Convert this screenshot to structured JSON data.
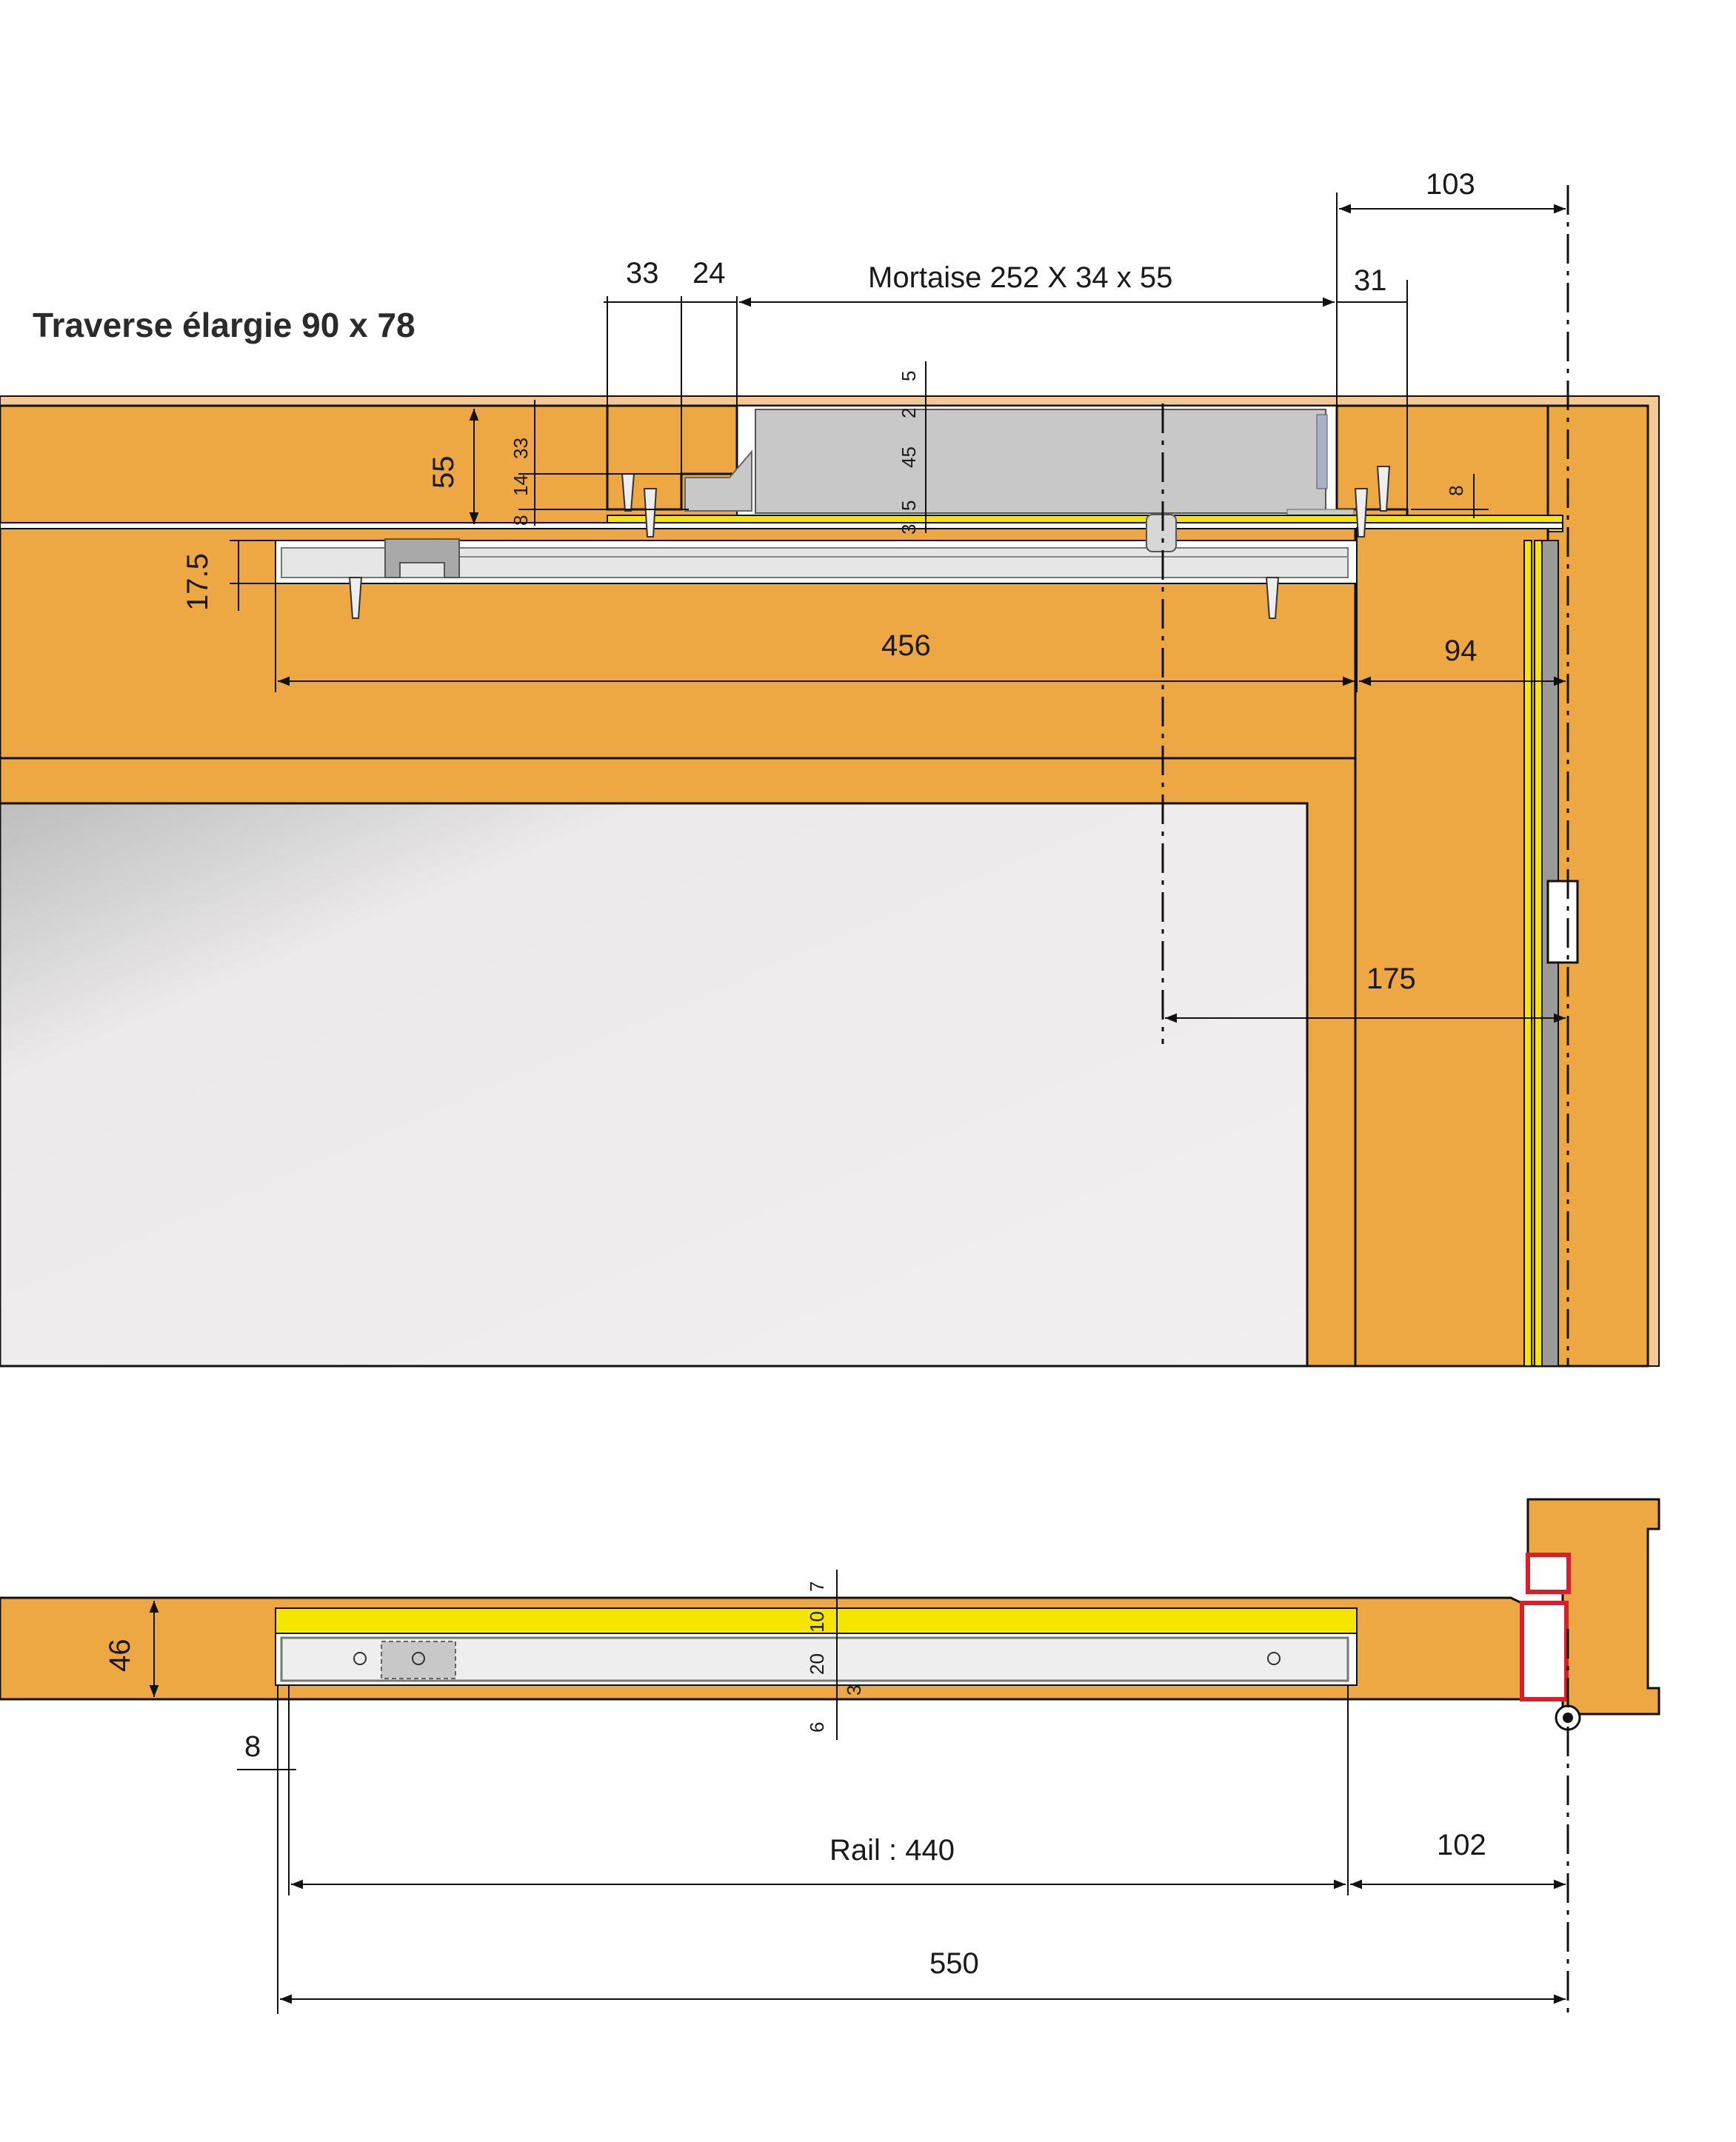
{
  "title": "Traverse élargie 90 x 78",
  "colors": {
    "wood": "#eea843",
    "frame_edge": "#f3c893",
    "yellow_strip": "#f5e600",
    "metal_grey": "#c8c8c8",
    "rail_light": "#eeeeee",
    "hinge_red": "#d8202a",
    "glass_grey": "#e6e4e4"
  },
  "dimensions": {
    "d103": "103",
    "d33_top": "33",
    "d24": "24",
    "mortaise": "Mortaise 252 X 34 x 55",
    "d31": "31",
    "d55": "55",
    "stack_33": "33",
    "stack_14": "14",
    "stack_8": "8",
    "col_5a": "5",
    "col_2": "2",
    "col_45": "45",
    "col_5b": "5",
    "col_3": "3",
    "d8_right": "8",
    "d17_5": "17.5",
    "d456": "456",
    "d94": "94",
    "d175": "175",
    "d46": "46",
    "v7": "7",
    "v10": "10",
    "v20": "20",
    "v3": "3",
    "v6": "6",
    "d8_bottom": "8",
    "rail": "Rail : 440",
    "d102": "102",
    "d550": "550"
  }
}
